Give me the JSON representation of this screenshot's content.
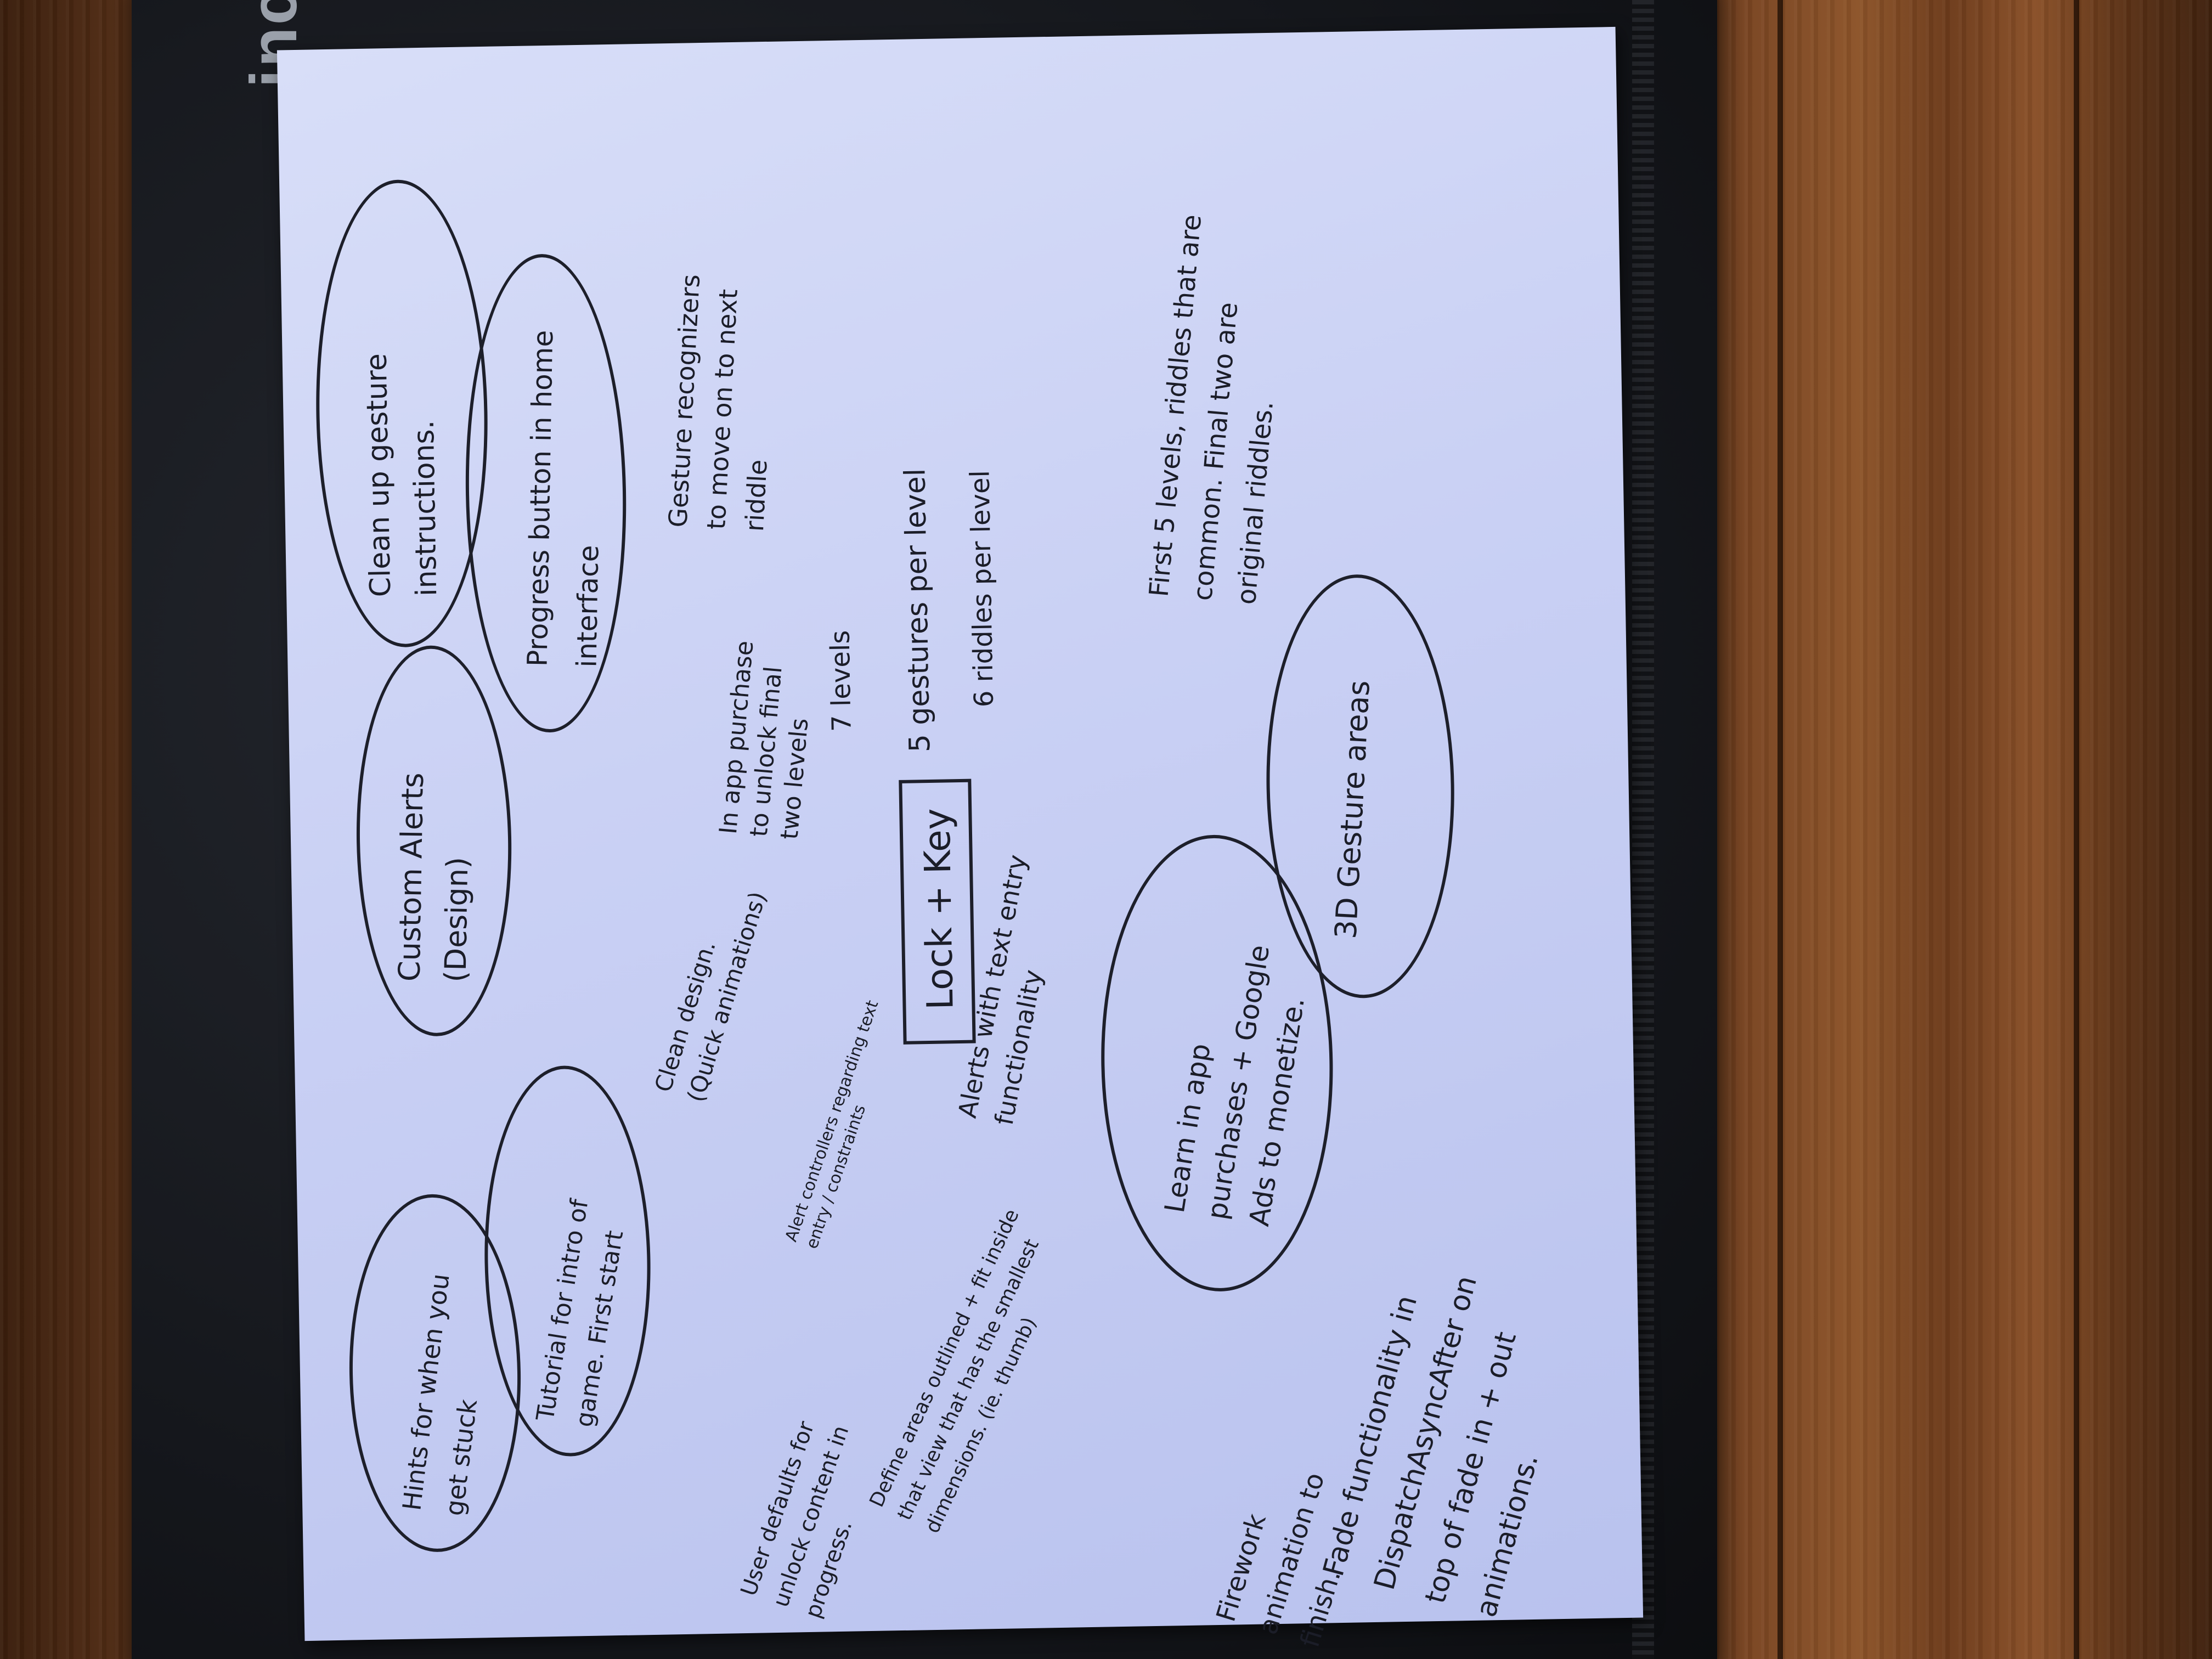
{
  "brand": {
    "text": "incase"
  },
  "notes": {
    "hints": "Hints for when you get stuck",
    "tutorial": "Tutorial for intro of game. First start",
    "custom_alerts": "Custom Alerts (Design)",
    "clean_up": "Clean up gesture instructions.",
    "progress": "Progress button in home interface",
    "clean_design": "Clean design. (Quick animations)",
    "in_app_purchase": "In app purchase to unlock final two levels",
    "seven_levels": "7 levels",
    "gesture_recognizers": "Gesture recognizers to move on to next riddle",
    "five_gestures": "5 gestures per level",
    "six_riddles": "6 riddles per level",
    "alert_controllers": "Alert controllers regarding text entry / constraints",
    "lock_key": "Lock + Key",
    "alerts_text_entry": "Alerts with text entry functionality",
    "first_five": "First 5 levels, riddles that are common. Final two are original riddles.",
    "user_defaults": "User defaults for unlock content in progress.",
    "define_areas": "Define areas outlined + fit inside that view that has the smallest dimensions. (ie. thumb)",
    "learn_in_app": "Learn in app purchases + Google Ads to monetize.",
    "three_d": "3D Gesture areas",
    "firework": "Firework animation to finish.",
    "fade": "Fade functionality in DispatchAsyncAfter on top of fade in + out animations."
  }
}
